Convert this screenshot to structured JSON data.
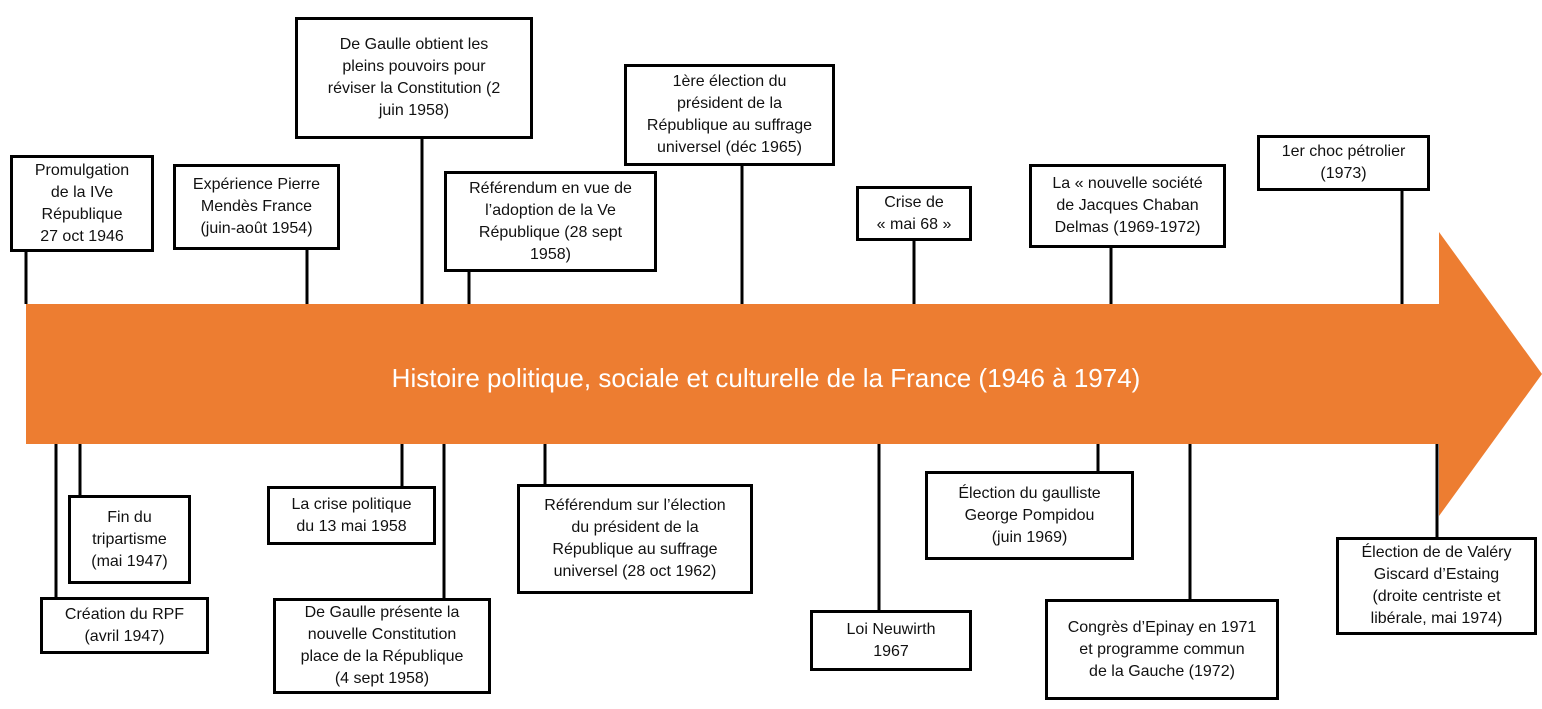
{
  "title": "Histoire politique, sociale et culturelle de la France (1946 à 1974)",
  "colors": {
    "arrow": "#ED7D31",
    "line": "#000000",
    "box_border": "#000000"
  },
  "events_top": [
    {
      "id": "ive-republique",
      "text": "Promulgation\nde la IVe\nRépublique\n27 oct 1946"
    },
    {
      "id": "mendes-france",
      "text": "Expérience Pierre\nMendès France\n(juin-août 1954)"
    },
    {
      "id": "pleins-pouvoirs",
      "text": "De Gaulle obtient les\npleins pouvoirs pour\nréviser la Constitution (2\njuin 1958)"
    },
    {
      "id": "referendum-ve",
      "text": "Référendum en vue de\nl’adoption de la Ve\nRépublique (28 sept\n1958)"
    },
    {
      "id": "election-1965",
      "text": "1ère élection du\nprésident de la\nRépublique au suffrage\nuniversel (déc 1965)"
    },
    {
      "id": "mai-68",
      "text": "Crise de\n« mai 68 »"
    },
    {
      "id": "nouvelle-societe",
      "text": "La « nouvelle société\nde Jacques Chaban\nDelmas (1969-1972)"
    },
    {
      "id": "choc-petrolier",
      "text": "1er choc pétrolier\n(1973)"
    }
  ],
  "events_bottom": [
    {
      "id": "fin-tripartisme",
      "text": "Fin du\ntripartisme\n(mai 1947)"
    },
    {
      "id": "creation-rpf",
      "text": "Création du RPF\n(avril 1947)"
    },
    {
      "id": "crise-13-mai",
      "text": "La crise politique\ndu 13 mai 1958"
    },
    {
      "id": "nouvelle-constitution",
      "text": "De Gaulle présente la\nnouvelle Constitution\nplace de la République\n(4 sept 1958)"
    },
    {
      "id": "referendum-1962",
      "text": "Référendum sur l’élection\ndu président de la\nRépublique au suffrage\nuniversel (28 oct 1962)"
    },
    {
      "id": "loi-neuwirth",
      "text": "Loi Neuwirth\n1967"
    },
    {
      "id": "pompidou",
      "text": "Élection du gaulliste\nGeorge Pompidou\n(juin 1969)"
    },
    {
      "id": "epinay",
      "text": "Congrès d’Epinay en 1971\net programme commun\nde la Gauche (1972)"
    },
    {
      "id": "giscard",
      "text": "Élection de de Valéry\nGiscard d’Estaing\n(droite centriste et\nlibérale, mai 1974)"
    }
  ]
}
